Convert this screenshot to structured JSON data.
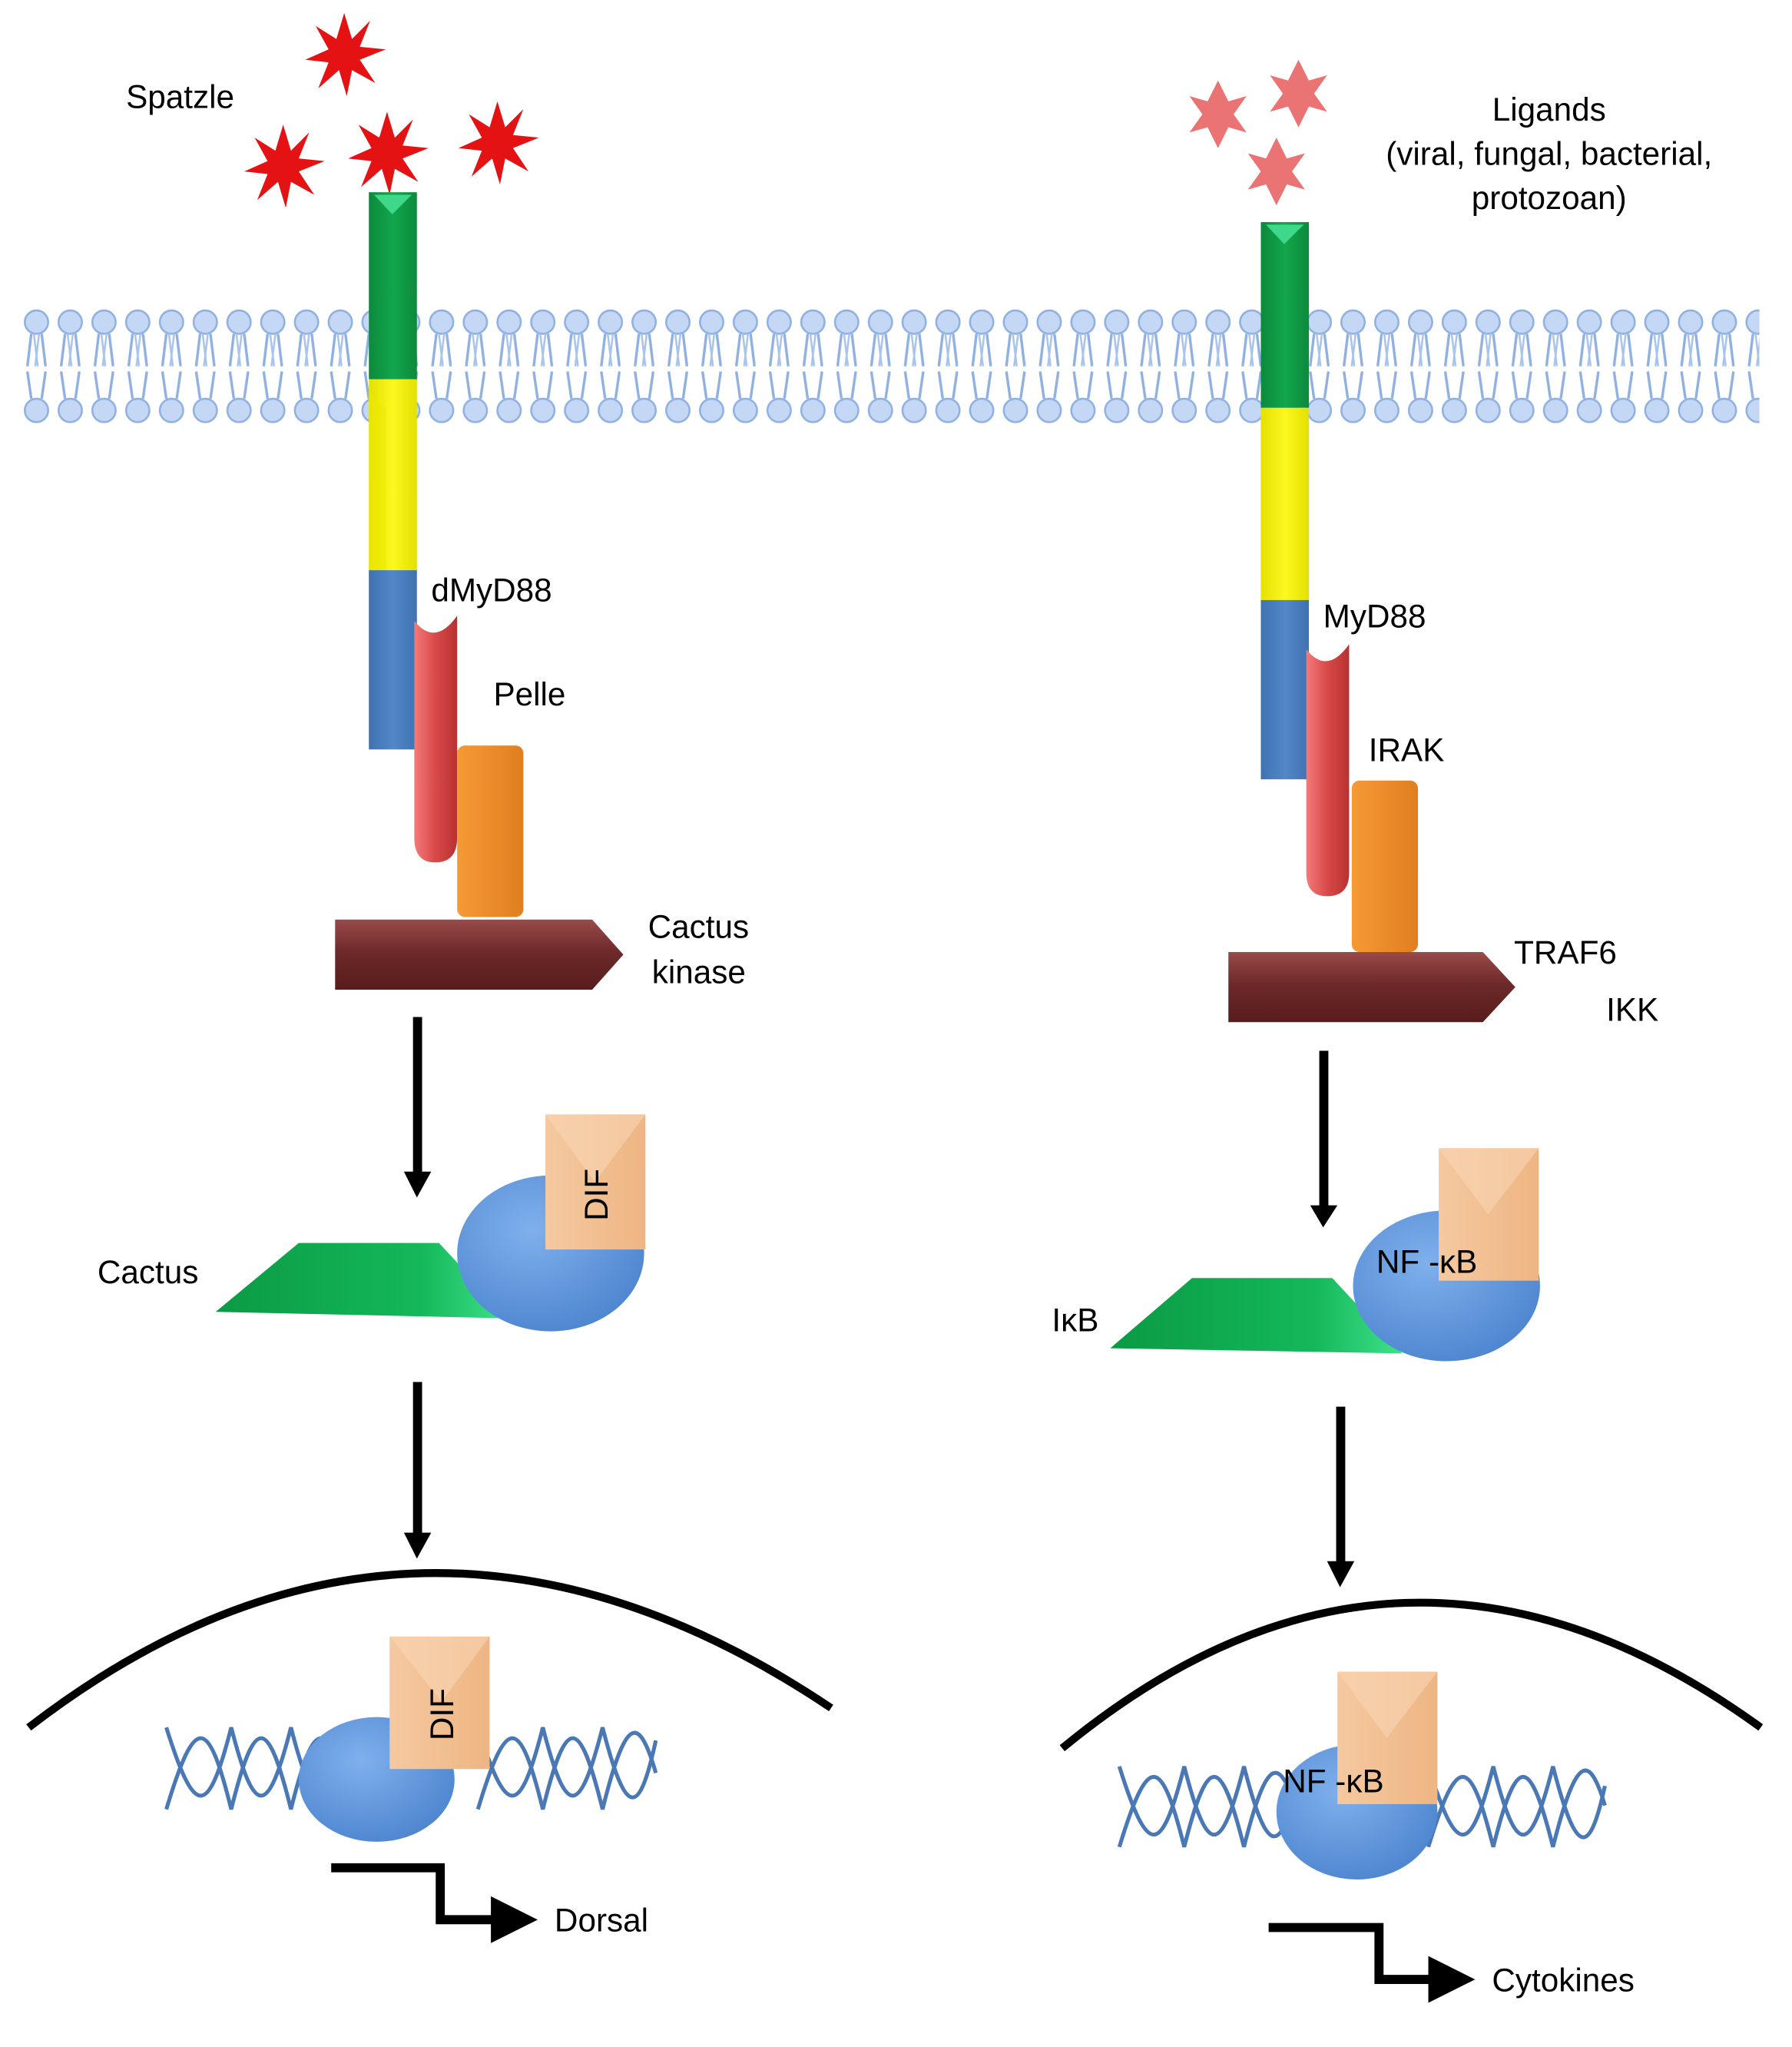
{
  "left_pathway": {
    "ligand_label": "Spatzle",
    "adaptor_label": "dMyD88",
    "kinase_label": "Pelle",
    "kinase2_label_line1": "Cactus",
    "kinase2_label_line2": "kinase",
    "inhibitor_label": "Cactus",
    "tf_label_cytoplasm": "DIF",
    "tf_label_nucleus": "DIF",
    "output_label": "Dorsal"
  },
  "right_pathway": {
    "ligand_label_line1": "Ligands",
    "ligand_label_line2": "(viral, fungal, bacterial,",
    "ligand_label_line3": "protozoan)",
    "adaptor_label": "MyD88",
    "kinase_label": "IRAK",
    "traf_label": "TRAF6",
    "ikk_label": "IKK",
    "inhibitor_label": "IκB",
    "tf_label_cytoplasm": "NF -κB",
    "tf_label_nucleus": "NF -κB",
    "output_label": "Cytokines"
  },
  "colors": {
    "ligand_left": "#e01010",
    "ligand_right": "#e86060",
    "receptor_green": "#0f9a45",
    "receptor_yellow": "#f2ef12",
    "receptor_blue": "#4a7fbf",
    "kinase_red": "#d84a4a",
    "kinase_orange": "#f0902a",
    "cactus_kinase": "#6e2626",
    "inhibitor_green": "#14b559",
    "tf_blue": "#5b93d9",
    "tf_tan": "#f3bf8f",
    "membrane": "#a8c6ee",
    "dna": "#4a78b5"
  }
}
